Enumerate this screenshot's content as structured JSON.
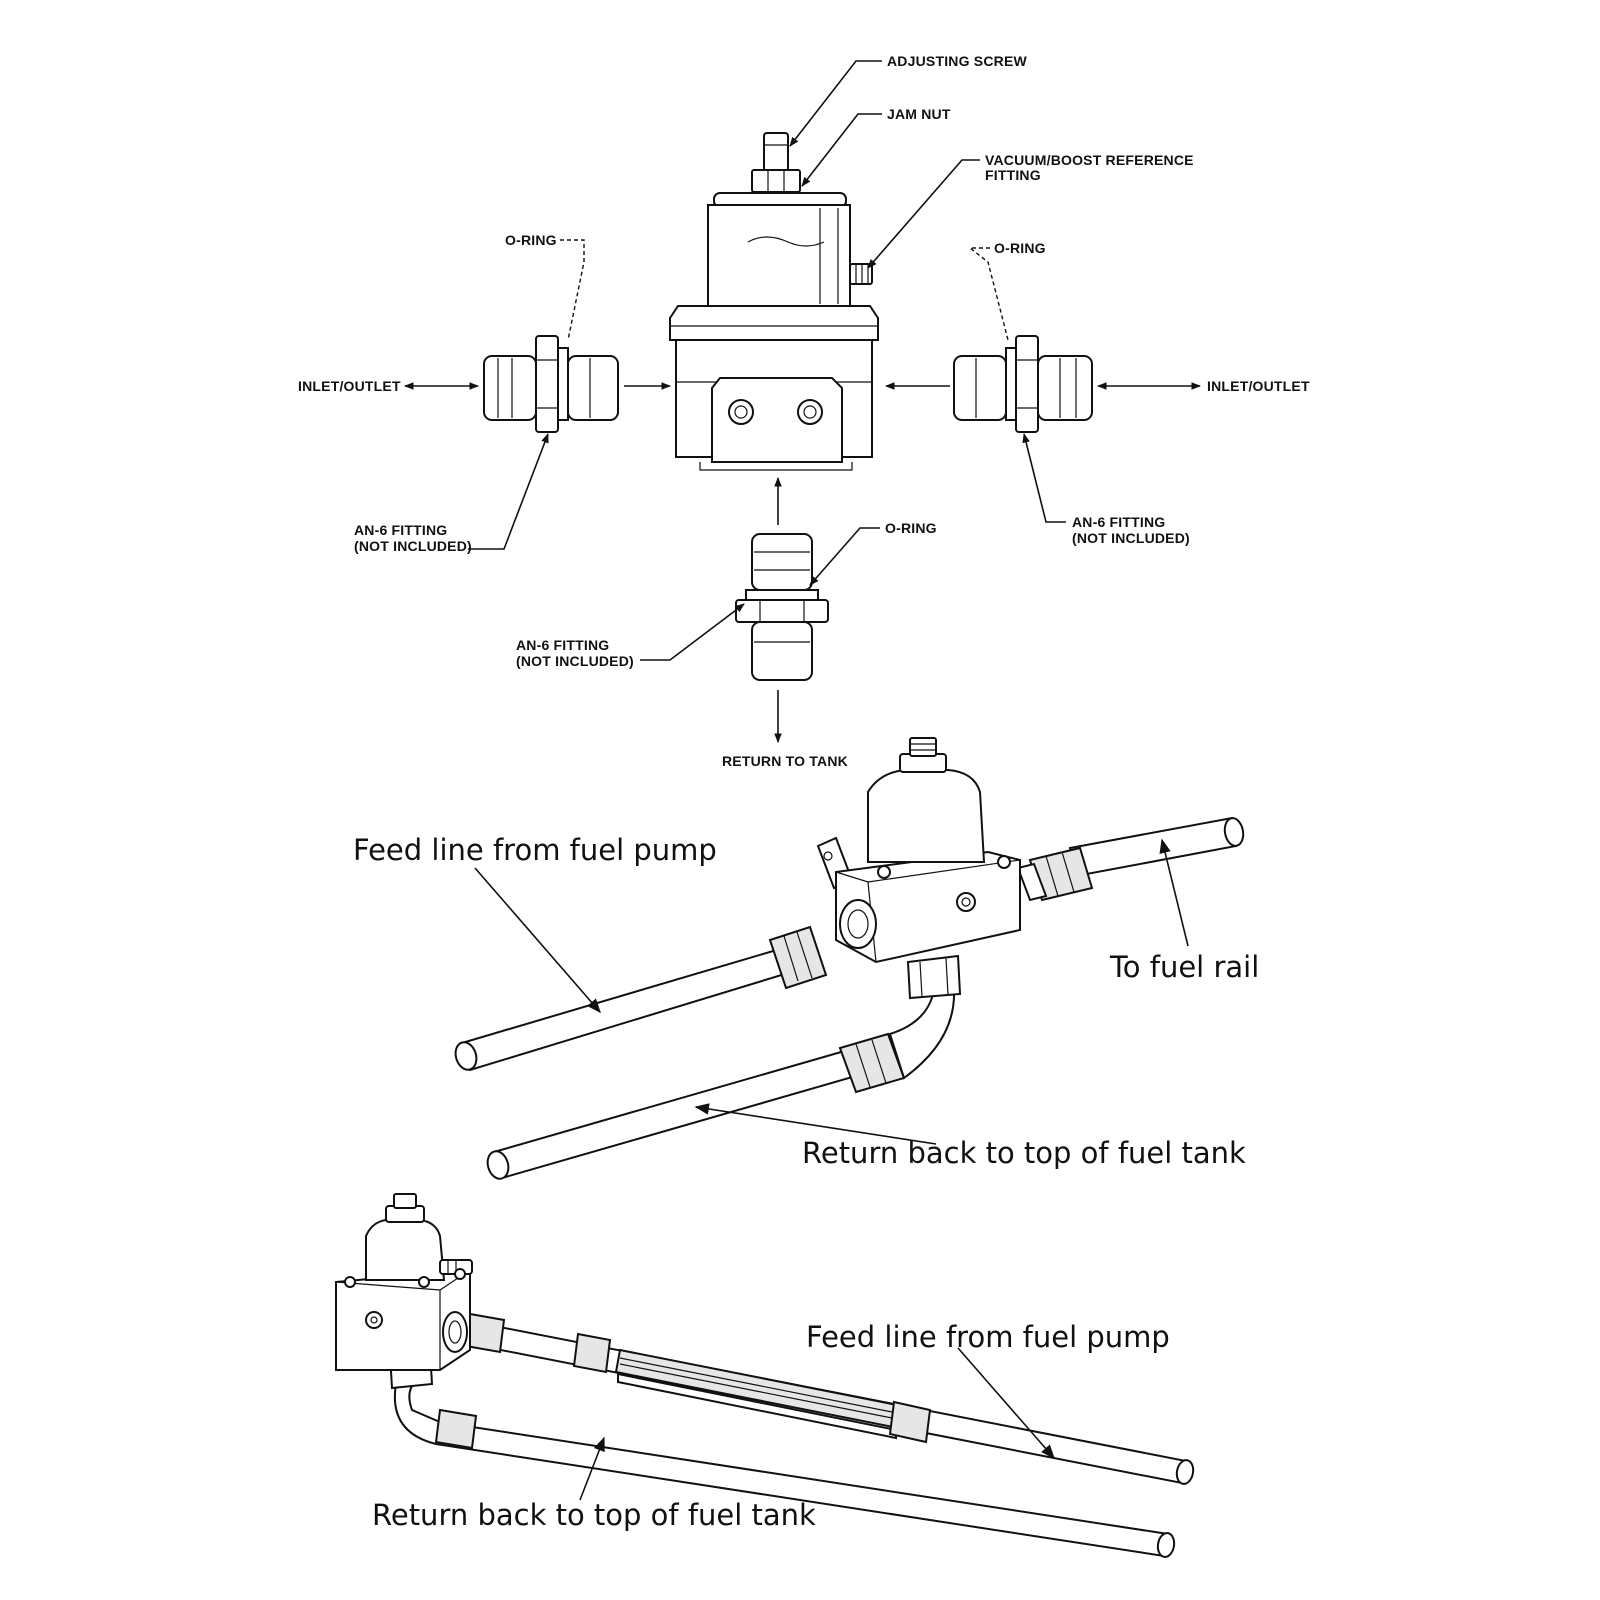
{
  "exploded_view": {
    "labels": {
      "adjusting_screw": "ADJUSTING SCREW",
      "jam_nut": "JAM NUT",
      "vacuum_boost_line1": "VACUUM/BOOST REFERENCE",
      "vacuum_boost_line2": "FITTING",
      "o_ring_left": "O-RING",
      "o_ring_right": "O-RING",
      "o_ring_bottom": "O-RING",
      "inlet_outlet_left": "INLET/OUTLET",
      "inlet_outlet_right": "INLET/OUTLET",
      "an6_left_line1": "AN-6 FITTING",
      "an6_left_line2": "(NOT INCLUDED)",
      "an6_right_line1": "AN-6 FITTING",
      "an6_right_line2": "(NOT INCLUDED)",
      "an6_bottom_line1": "AN-6 FITTING",
      "an6_bottom_line2": "(NOT INCLUDED)",
      "return_to_tank": "RETURN TO TANK"
    }
  },
  "middle_view": {
    "labels": {
      "feed_line": "Feed line from fuel pump",
      "to_fuel_rail": "To fuel rail",
      "return_back": "Return back to top of fuel tank"
    }
  },
  "bottom_view": {
    "labels": {
      "feed_line": "Feed line from fuel pump",
      "return_back": "Return back to top of fuel tank"
    }
  }
}
